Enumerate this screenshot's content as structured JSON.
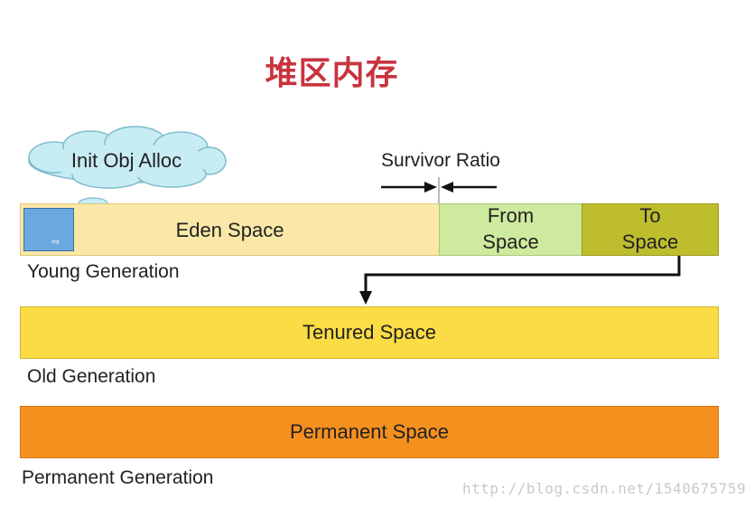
{
  "title": "堆区内存",
  "cloud": {
    "label": "Init Obj Alloc"
  },
  "survivor_ratio": {
    "label": "Survivor Ratio"
  },
  "young": {
    "eden_label": "Eden Space",
    "from_line1": "From",
    "from_line2": "Space",
    "to_line1": "To",
    "to_line2": "Space",
    "generation_label": "Young Generation"
  },
  "old": {
    "space_label": "Tenured Space",
    "generation_label": "Old Generation"
  },
  "permanent": {
    "space_label": "Permanent Space",
    "generation_label": "Permanent Generation"
  },
  "watermark": "http://blog.csdn.net/1540675759",
  "colors": {
    "title": "#c8343f",
    "eden": "#fbe8a8",
    "from": "#cdea9e",
    "to": "#bdbd2e",
    "tenured": "#fbdc45",
    "permanent": "#f5901f",
    "cloud": "#c7ecf3",
    "object": "#6aa8e0"
  }
}
